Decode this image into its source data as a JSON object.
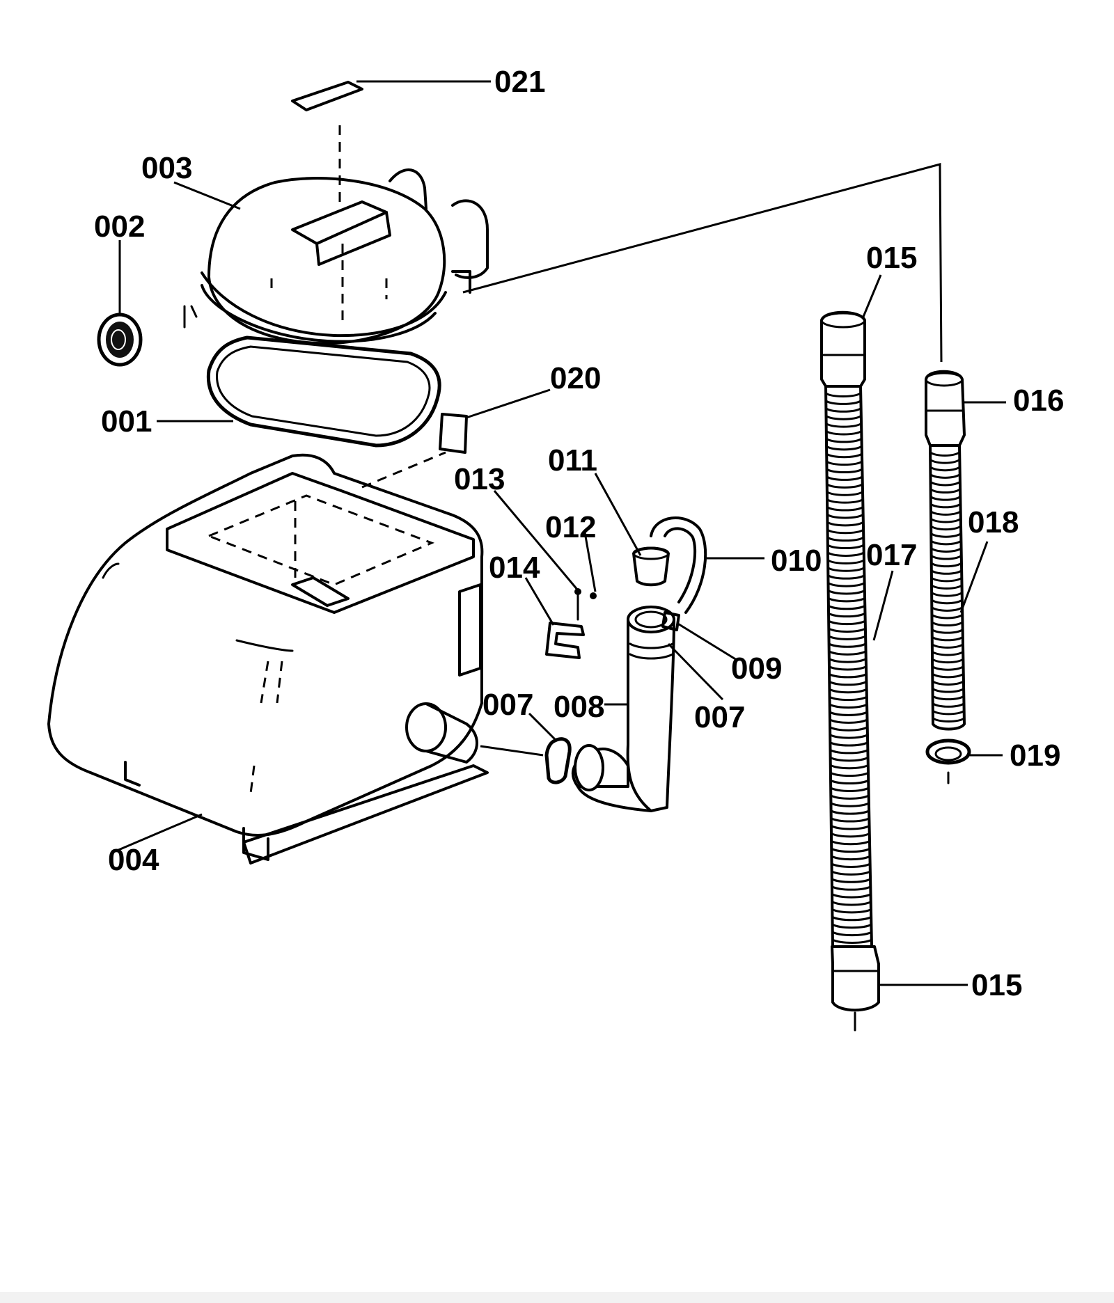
{
  "labels": {
    "p001": "001",
    "p002": "002",
    "p003": "003",
    "p004": "004",
    "p007a": "007",
    "p007b": "007",
    "p008": "008",
    "p009": "009",
    "p010": "010",
    "p011": "011",
    "p012": "012",
    "p013": "013",
    "p014": "014",
    "p015a": "015",
    "p015b": "015",
    "p016": "016",
    "p017": "017",
    "p018": "018",
    "p019": "019",
    "p020": "020",
    "p021": "021"
  },
  "colors": {
    "line": "#000000",
    "background": "#ffffff"
  }
}
